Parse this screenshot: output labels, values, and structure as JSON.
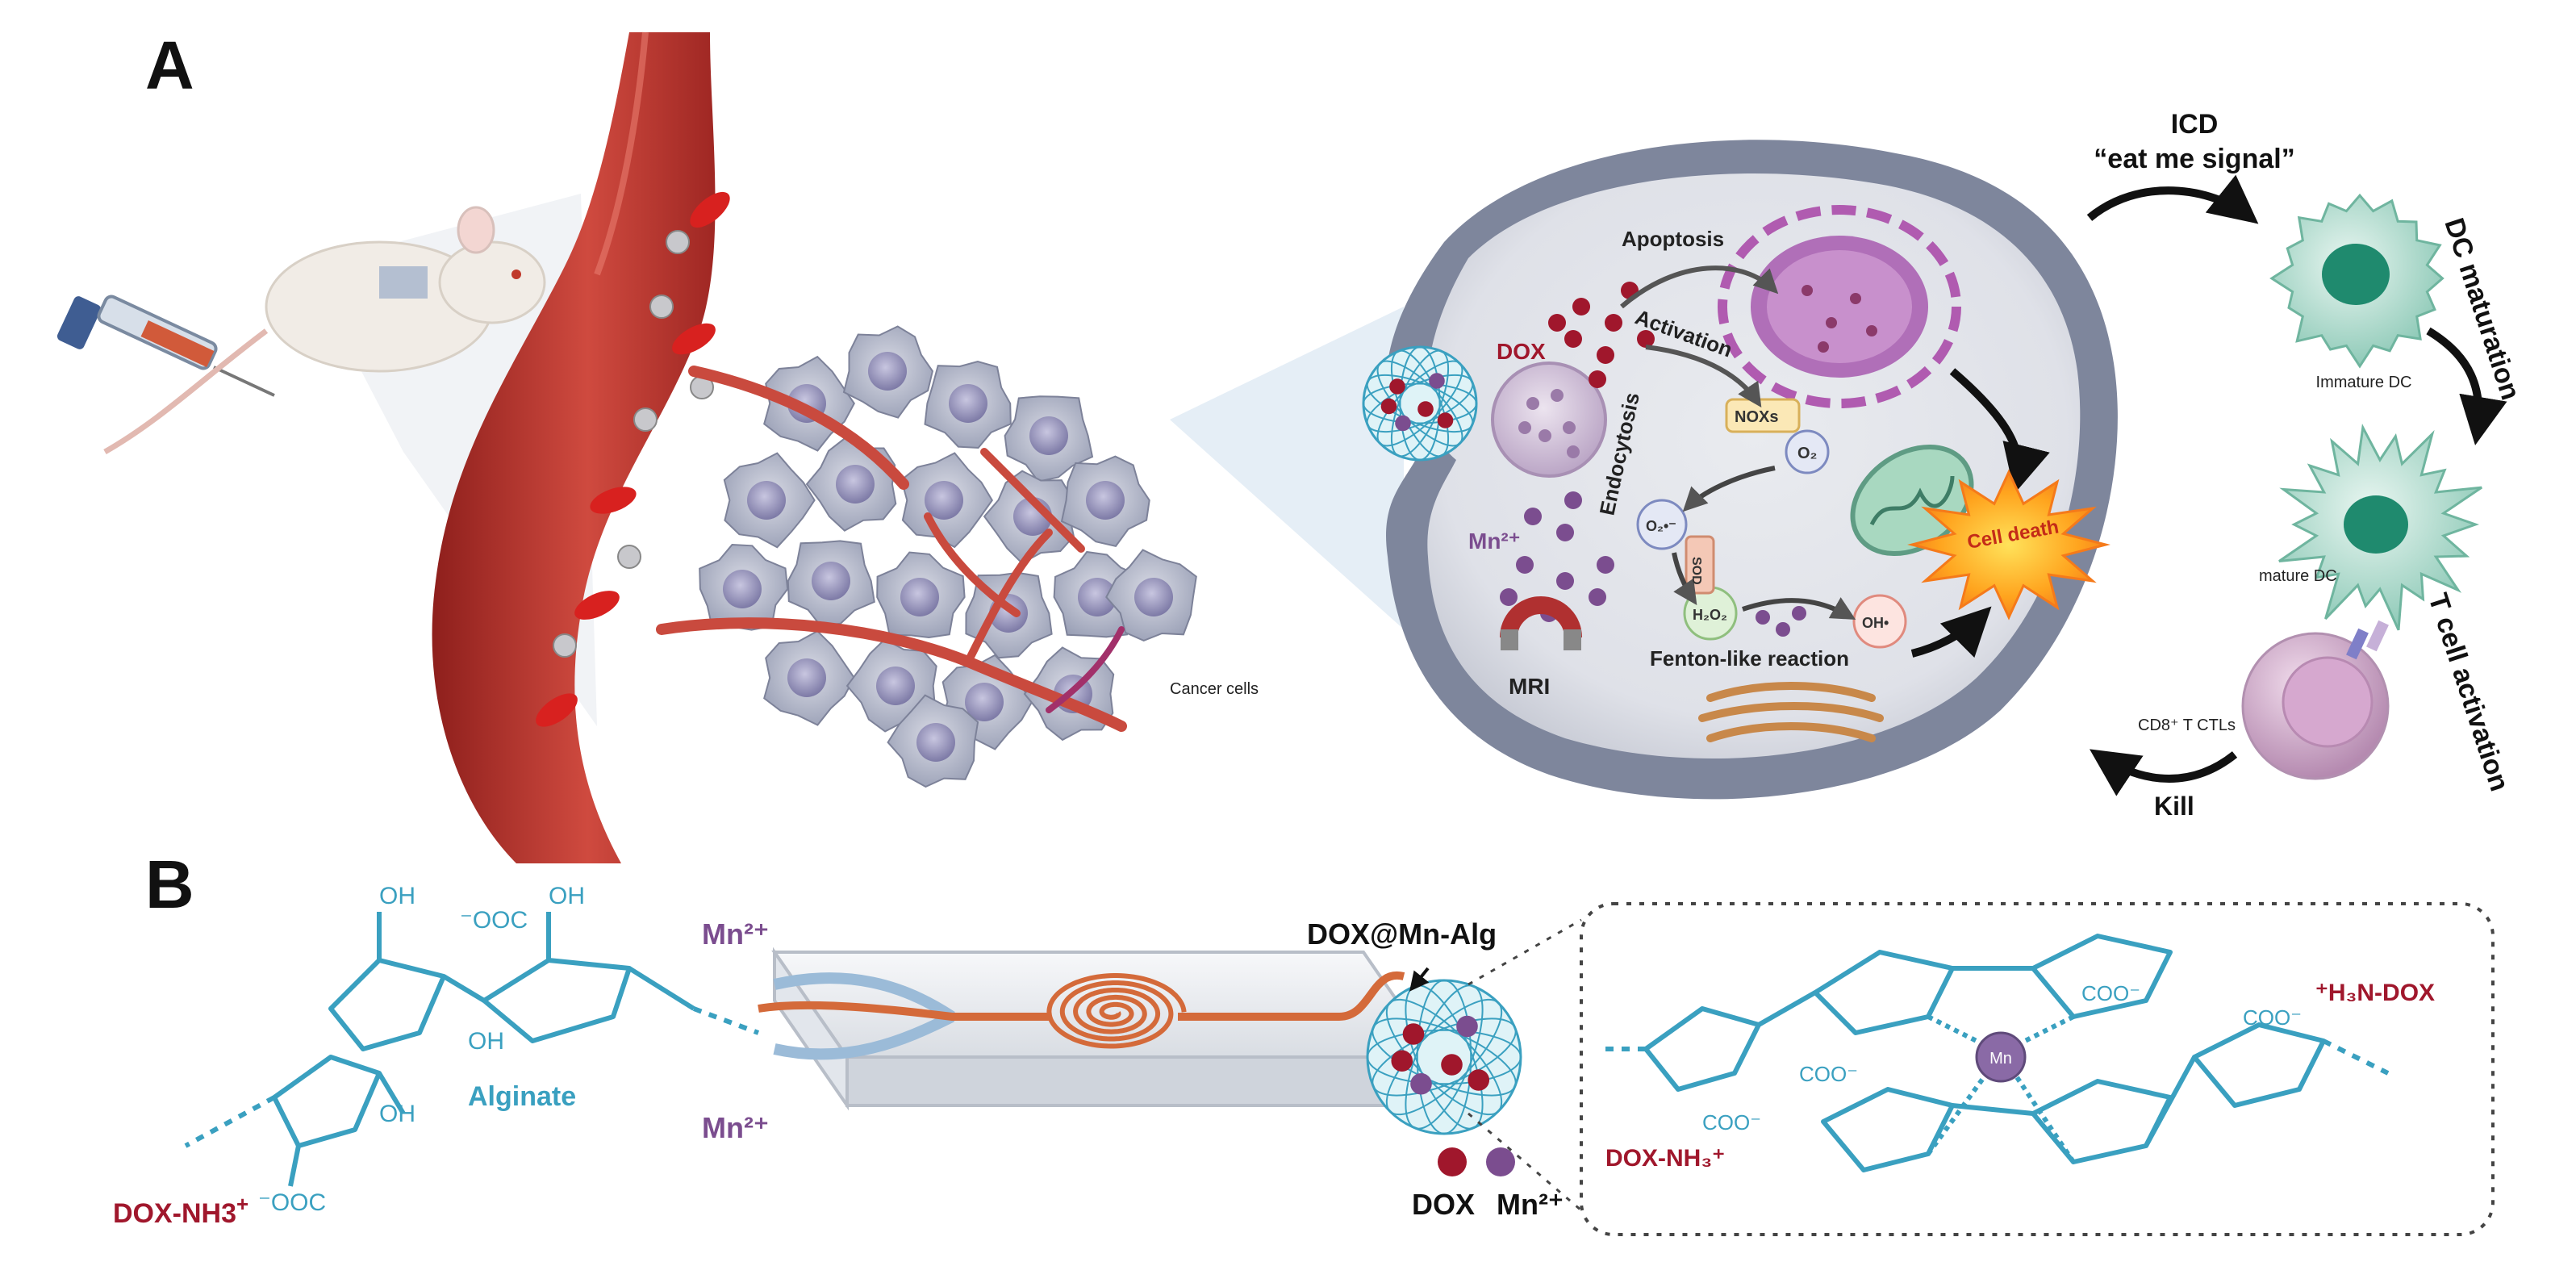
{
  "panel_a": {
    "label": "A",
    "cancer_cells_label": "Cancer cells",
    "cell_labels": {
      "dox": "DOX",
      "mn": "Mn²⁺",
      "mri": "MRI",
      "endocytosis": "Endocytosis",
      "activation": "Activation",
      "apoptosis": "Apoptosis",
      "noxs": "NOXs",
      "o2": "O₂",
      "o2_radical": "O₂•⁻",
      "sod": "SOD",
      "h2o2": "H₂O₂",
      "oh_radical": "OH•",
      "fenton": "Fenton-like reaction",
      "cell_death": "Cell death"
    },
    "immune": {
      "icd_line1": "ICD",
      "icd_line2": "“eat me signal”",
      "immature_dc": "Immature DC",
      "dc_maturation": "DC maturation",
      "mature_dc": "mature DC",
      "t_cell_activation": "T cell activation",
      "ctl": "CD8⁺ T CTLs",
      "kill": "Kill"
    }
  },
  "panel_b": {
    "label": "B",
    "alginate": "Alginate",
    "dox_nh3": "DOX-NH3",
    "dox_nh3_charge": "+",
    "ooc_top": "⁻OOC",
    "ooc_bottom": "⁻OOC",
    "oh": "OH",
    "mn_top": "Mn²⁺",
    "mn_bottom": "Mn²⁺",
    "product": "DOX@Mn-Alg",
    "legend_dox": "DOX",
    "legend_mn": "Mn²⁺",
    "inset_dox_nh3": "DOX-NH₃⁺",
    "inset_h3n_dox": "⁺H₃N-DOX",
    "inset_coo": "COO⁻",
    "inset_mn": "Mn"
  },
  "colors": {
    "dox": "#a0172c",
    "mn": "#7b4d8f",
    "alginate": "#3aa0c0",
    "vessel": "#b8322e",
    "cell": "#8a8fa6"
  }
}
